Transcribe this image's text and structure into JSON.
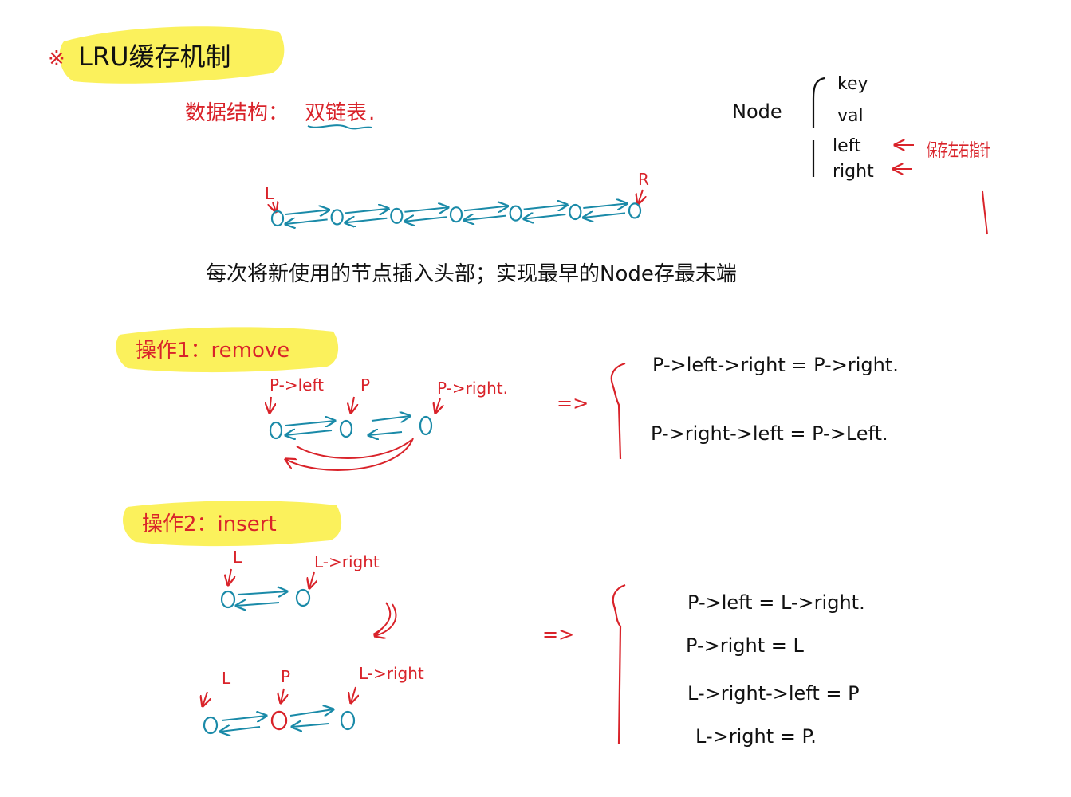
{
  "title": {
    "mark": "※",
    "text": "LRU缓存机制"
  },
  "data_structure": {
    "label": "数据结构：",
    "value": "双链表",
    "trailing": "."
  },
  "node_def": {
    "name": "Node",
    "fields": [
      "key",
      "val",
      "left",
      "right"
    ],
    "pointer_note": "保存左右指针"
  },
  "list_demo": {
    "left_label": "L",
    "right_label": "R",
    "node_count": 7
  },
  "policy_note": "每次将新使用的节点插入头部；实现最早的Node存最末端",
  "op1": {
    "heading": "操作1：remove",
    "labels": {
      "prev": "P->left",
      "node": "P",
      "next": "P->right."
    },
    "implies": "=>",
    "lines": [
      "P->left->right = P->right.",
      "P->right->left = P->Left."
    ]
  },
  "op2": {
    "heading": "操作2：insert",
    "before_labels": {
      "head": "L",
      "next": "L->right"
    },
    "after_labels": {
      "head": "L",
      "node": "P",
      "next": "L->right"
    },
    "implies": "=>",
    "lines": [
      "P->left = L->right.",
      "P->right = L",
      "L->right->left = P",
      "L->right = P."
    ]
  },
  "colors": {
    "highlight": "#fbf15c",
    "red": "#d9232a",
    "teal": "#1a8aa8",
    "black": "#111111"
  }
}
